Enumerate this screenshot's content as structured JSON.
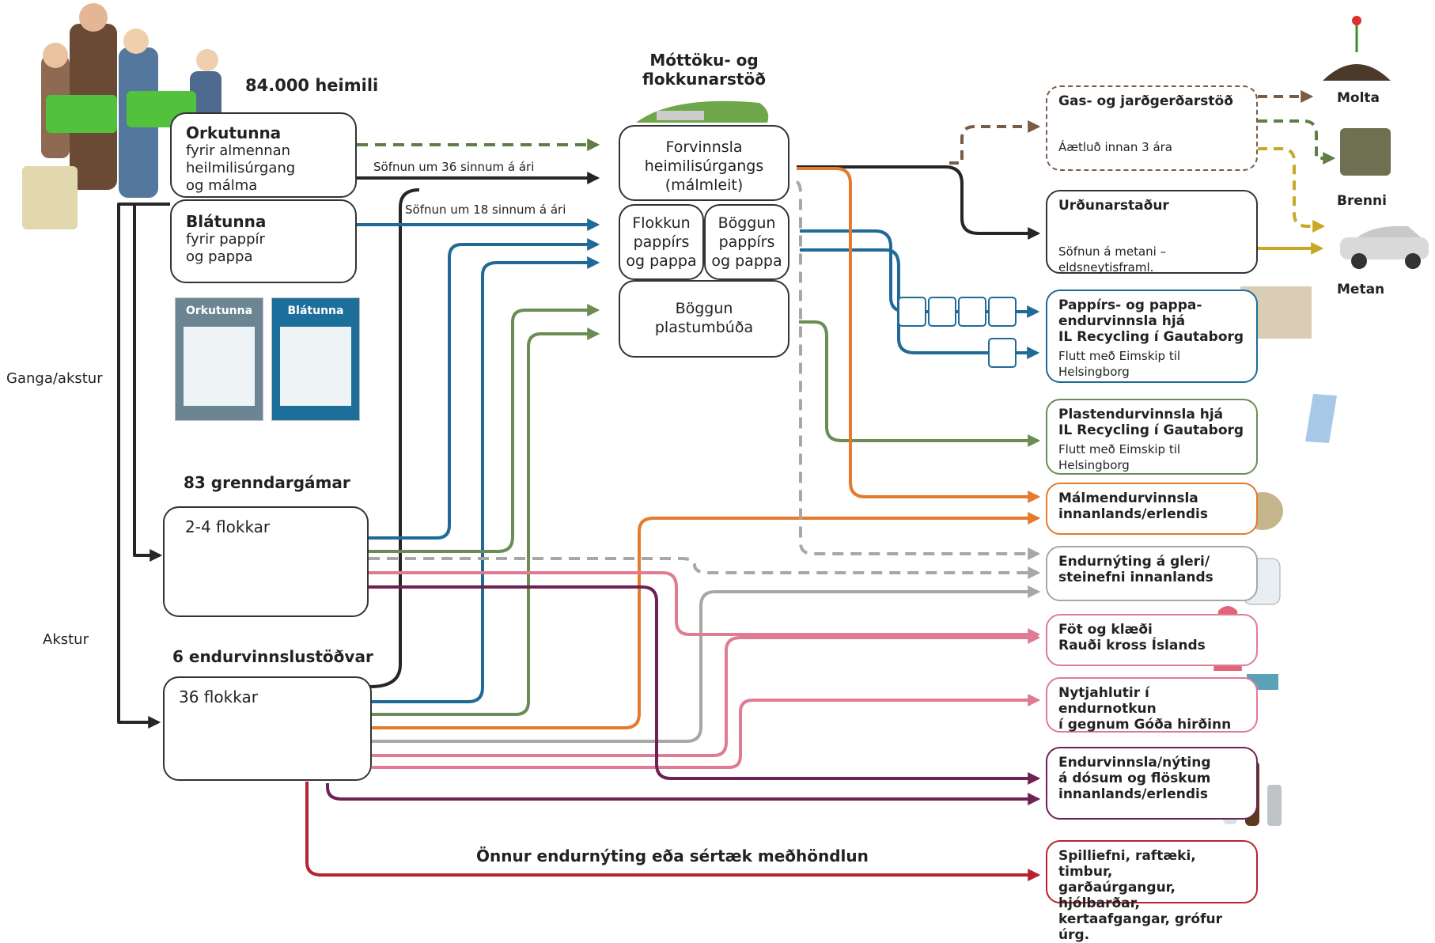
{
  "sources": {
    "households": "84.000 heimili",
    "orkutunna": {
      "title": "Orkutunna",
      "desc": "fyrir almennan\nheilmilisúrgang\nog málma",
      "freq": "Söfnun um 36 sinnum á ári"
    },
    "blatunna": {
      "title": "Blátunna",
      "desc": "fyrir pappír\nog pappa",
      "freq": "Söfnun um 18 sinnum á ári"
    },
    "posters": {
      "orkutunna": "Orkutunna",
      "blatunna": "Blátunna"
    },
    "grenndargamar": {
      "heading": "83 grenndargámar",
      "label": "2-4 flokkar"
    },
    "endurvinnslustodvar": {
      "heading": "6 endurvinnslustöðvar",
      "label": "36 flokkar"
    },
    "side_labels": {
      "walk_drive": "Ganga/akstur",
      "drive": "Akstur"
    }
  },
  "station": {
    "title": "Móttöku- og\nflokkunarstöð",
    "forvinnsla": "Forvinnsla\nheimilisúrgangs\n(málmleit)",
    "flokkun": "Flokkun\npappírs\nog pappa",
    "boggun_pappirs": "Böggun\npappírs\nog pappa",
    "boggun_plast": "Böggun\nplastumbúða"
  },
  "destinations": {
    "gas": {
      "title": "Gas- og jarðgerðarstöð",
      "sub": "Áætluð innan 3 ára"
    },
    "urdun": {
      "title": "Urðunarstaður",
      "sub": "Söfnun á metani – eldsneytisframl."
    },
    "pappir": {
      "title": "Pappírs- og pappa-\nendurvinnsla hjá\nIL Recycling í Gautaborg",
      "sub": "Flutt með Eimskip til Helsingborg"
    },
    "plast": {
      "title": "Plastendurvinnsla hjá\nIL Recycling í Gautaborg",
      "sub": "Flutt með Eimskip til Helsingborg"
    },
    "malmar": {
      "title": "Málmendurvinnsla\ninnanlands/erlendis"
    },
    "gler": {
      "title": "Endurnýting á gleri/\nsteinefni innanlands"
    },
    "fot": {
      "title": "Föt og klæði\nRauði kross Íslands"
    },
    "nytjahlutir": {
      "title": "Nytjahlutir í endurnotkun\ní gegnum Góða hirðinn"
    },
    "dosir": {
      "title": "Endurvinnsla/nýting\ná dósum og flöskum\ninnanlands/erlendis"
    },
    "spilliefni": {
      "title": "Spilliefni, raftæki, timbur,\ngarðaúrgangur, hjólbarðar,\nkertaafgangar, grófur úrg."
    }
  },
  "products": {
    "molta": "Molta",
    "brenni": "Brenni",
    "metan": "Metan"
  },
  "other_treatment": "Önnur endurnýting eða sértæk meðhöndlun",
  "colors": {
    "general": "#262626",
    "green_dashed": "#5f7d45",
    "paper_blue": "#1f6a96",
    "plastic_green": "#6b8d55",
    "metal_orange": "#e57a2c",
    "glass_gray": "#a7a7a7",
    "textile_pink": "#e07b94",
    "cans_purple": "#6c2353",
    "hazard_red": "#b8232f",
    "compost_brown": "#7a5c46",
    "fuel_gold": "#c8a826"
  }
}
